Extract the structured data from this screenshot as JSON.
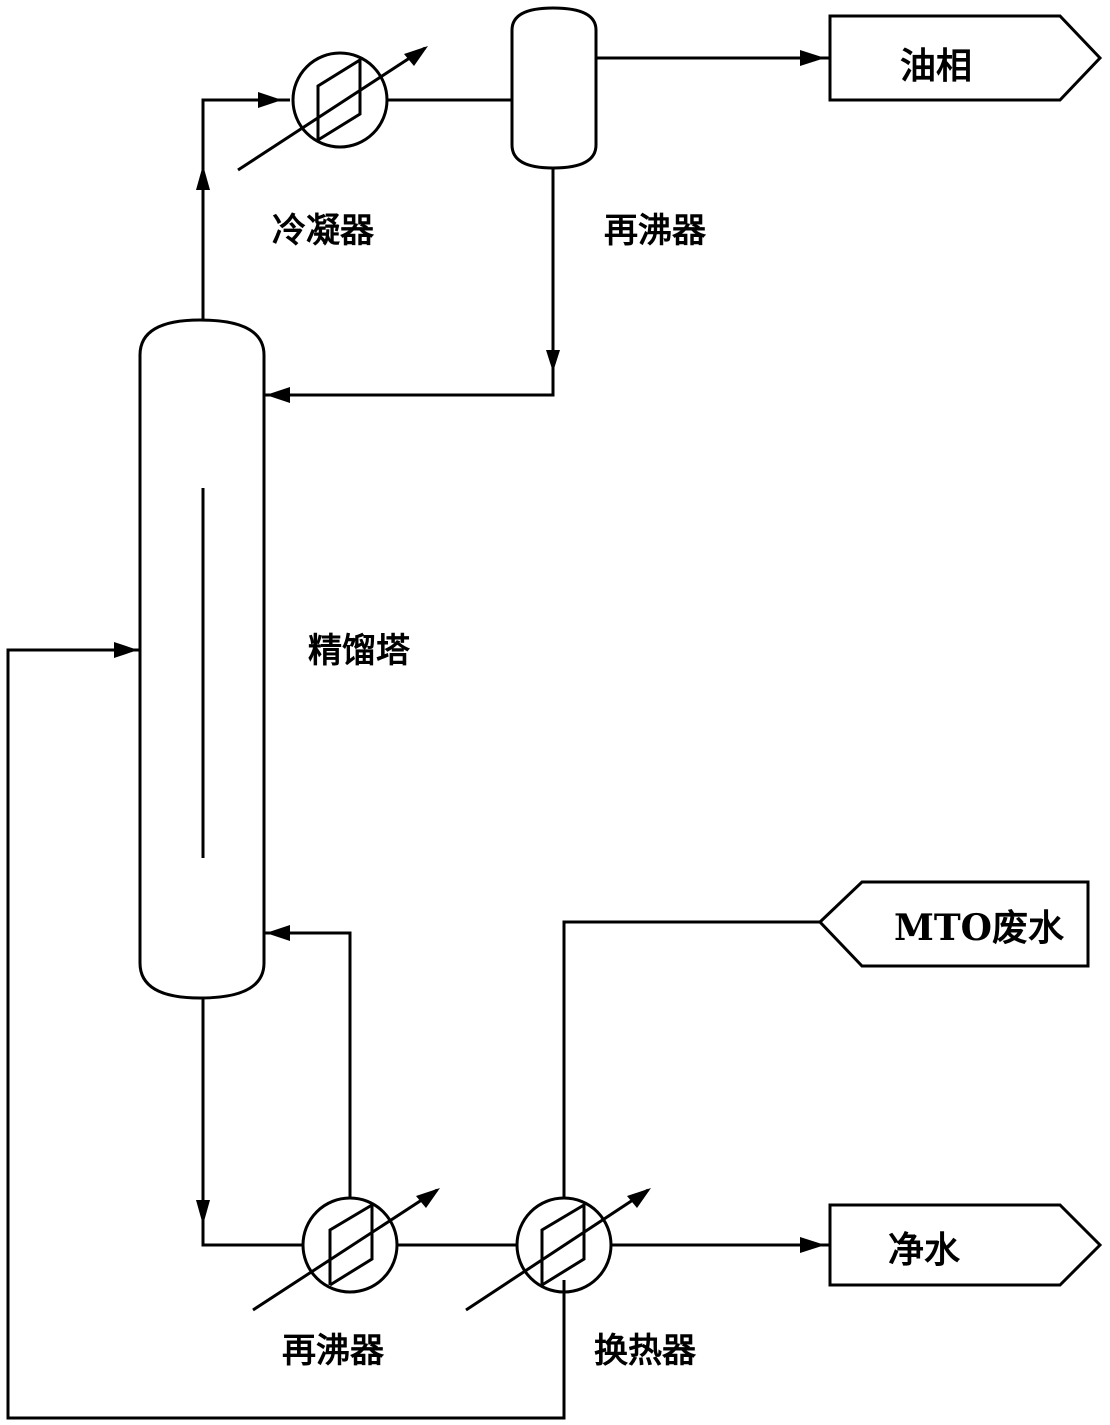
{
  "labels": {
    "condenser": "冷凝器",
    "reboiler_top": "再沸器",
    "column": "精馏塔",
    "reboiler_bottom": "再沸器",
    "heat_exchanger": "换热器",
    "oil_phase": "油相",
    "mto_wastewater": "MTO废水",
    "clean_water": "净水"
  }
}
